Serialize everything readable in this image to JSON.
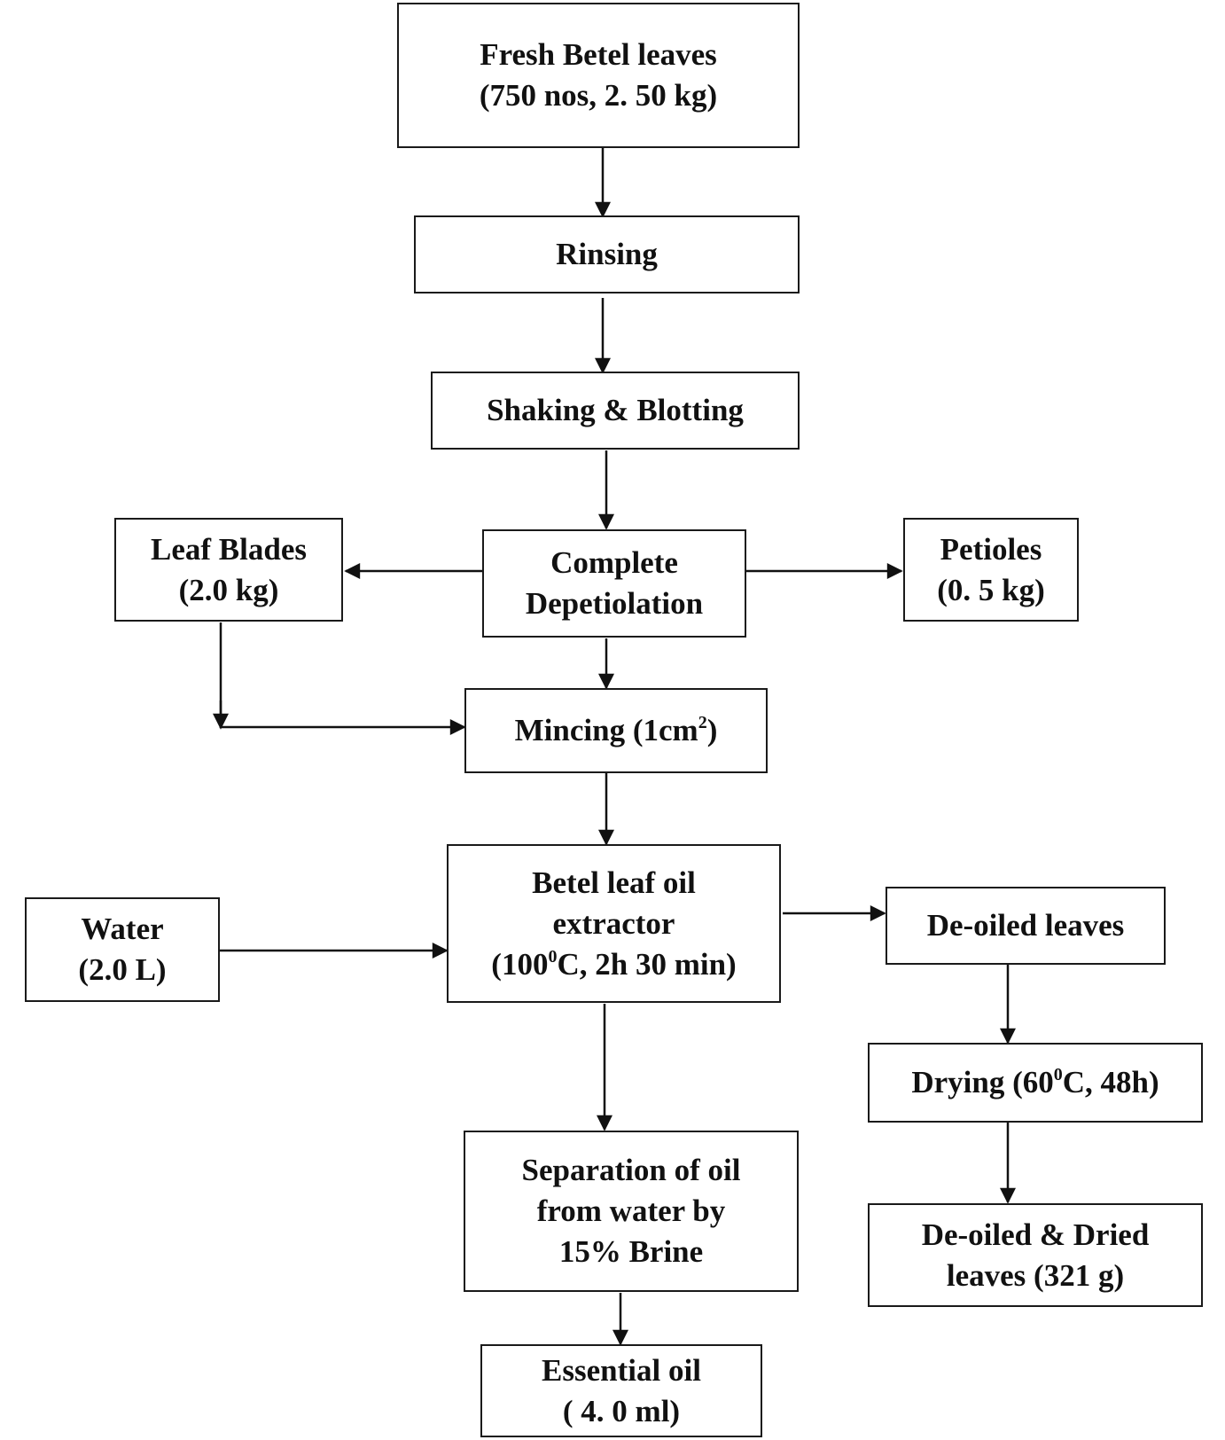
{
  "diagram": {
    "fresh": {
      "line1": "Fresh Betel leaves",
      "line2": "(750 nos, 2. 50  kg)"
    },
    "rinsing": {
      "line1": "Rinsing"
    },
    "shaking": {
      "line1": "Shaking & Blotting"
    },
    "depetiolation": {
      "line1": "Complete",
      "line2": "Depetiolation"
    },
    "leaf_blades": {
      "line1": "Leaf Blades",
      "line2": "(2.0 kg)"
    },
    "petioles": {
      "line1": "Petioles",
      "line2": "(0. 5 kg)"
    },
    "mincing": {
      "text": "Mincing (1cm",
      "sup": "2",
      "close": ")"
    },
    "water": {
      "line1": "Water",
      "line2": "(2.0 L)"
    },
    "extractor": {
      "line1": "Betel leaf oil",
      "line2": "extractor",
      "line3_pre": "(100",
      "line3_sup": "0",
      "line3_post": "C, 2h 30 min)"
    },
    "deoiled": {
      "line1": "De-oiled leaves"
    },
    "drying": {
      "pre": "Drying (60",
      "sup": "0",
      "post": "C, 48h)"
    },
    "deoiled_dried": {
      "line1": "De-oiled & Dried",
      "line2": "leaves (321 g)"
    },
    "separation": {
      "line1": "Separation of oil",
      "line2": "from water by",
      "line3": "15% Brine"
    },
    "essential": {
      "line1": "Essential  oil",
      "line2": "( 4. 0 ml)"
    }
  }
}
